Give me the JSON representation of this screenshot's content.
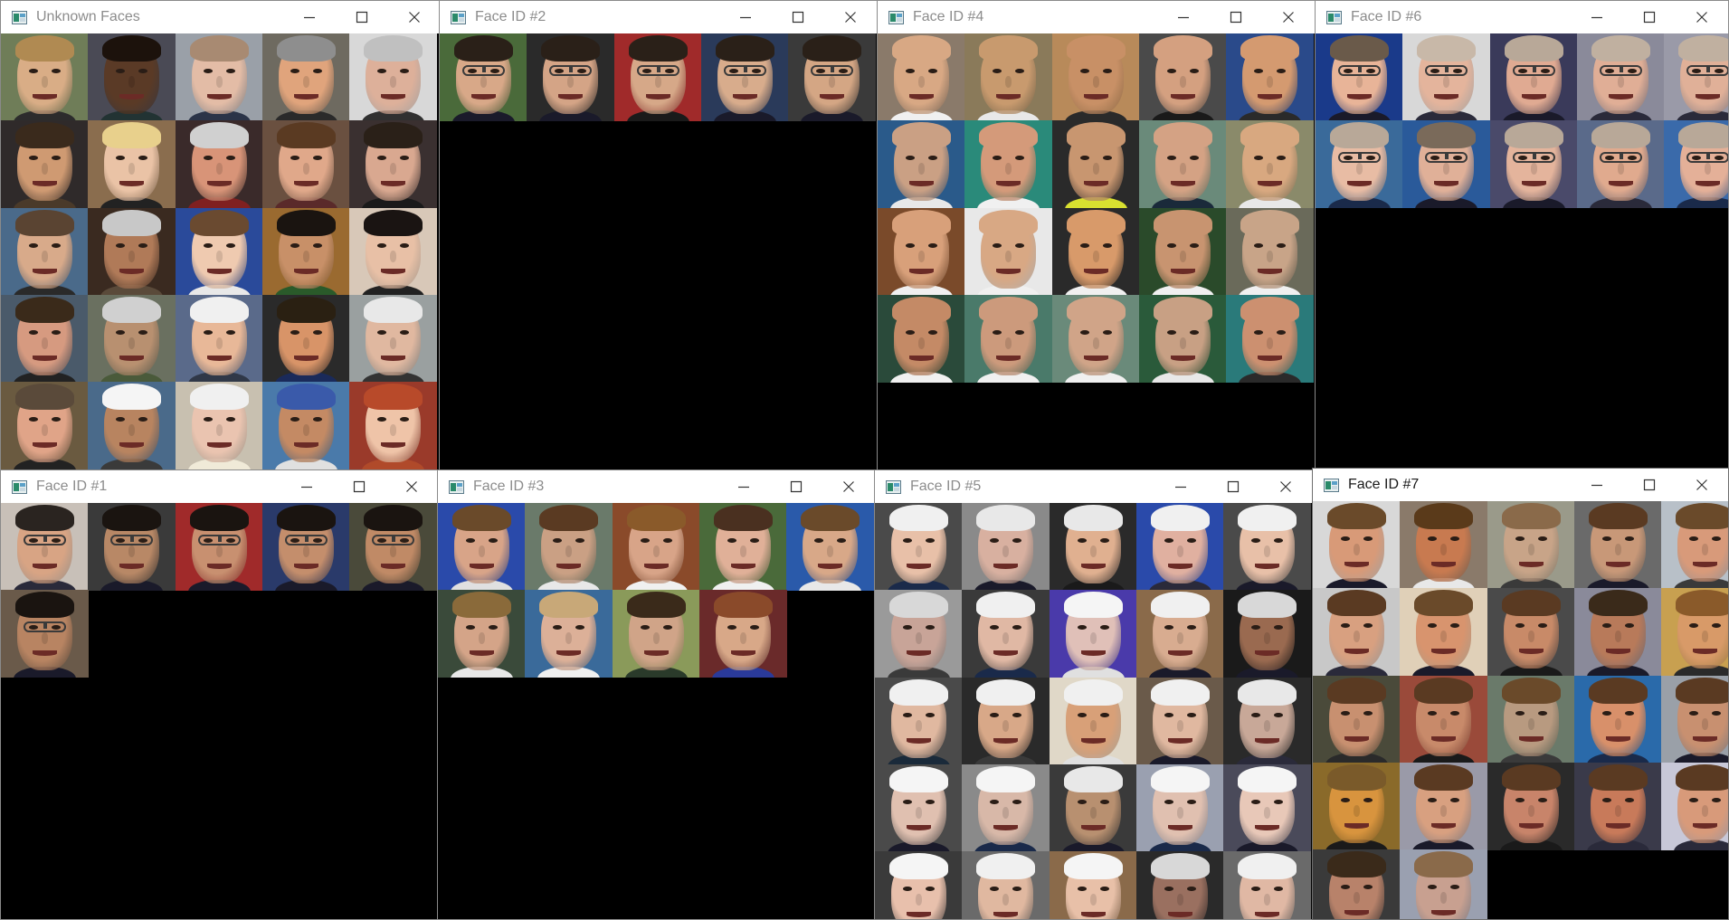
{
  "windows": [
    {
      "id": "unknown-faces",
      "title": "Unknown Faces",
      "focused": false,
      "tiles": [
        {
          "skin": "#d9ad86",
          "hair": "#b08a52",
          "bg": "#6f7d58",
          "shirt": "#2c2c2c"
        },
        {
          "skin": "#5a3a26",
          "hair": "#1c120c",
          "bg": "#4a4a55",
          "shirt": "#233"
        },
        {
          "skin": "#e3bca6",
          "hair": "#a88a72",
          "bg": "#9aa0a8",
          "shirt": "#2b3448"
        },
        {
          "skin": "#e0a47c",
          "hair": "#8e8e8e",
          "bg": "#6e6a60",
          "shirt": "#2a2a2a"
        },
        {
          "skin": "#ddb09a",
          "hair": "#c0c0c0",
          "bg": "#d8d8d8",
          "shirt": "#303030"
        },
        {
          "skin": "#cf9a72",
          "hair": "#3a2a1c",
          "bg": "#2f2a2a",
          "shirt": "#4a3a2a"
        },
        {
          "skin": "#eac3a6",
          "hair": "#e8d08c",
          "bg": "#8a6d4e",
          "shirt": "#222"
        },
        {
          "skin": "#d89478",
          "hair": "#d0d0d0",
          "bg": "#3a2a2a",
          "shirt": "#802020"
        },
        {
          "skin": "#e0a88a",
          "hair": "#5a3a22",
          "bg": "#6a5040",
          "shirt": "#5a2a2a"
        },
        {
          "skin": "#d9a890",
          "hair": "#2a2018",
          "bg": "#3a3030",
          "shirt": "#1a1a1a"
        },
        {
          "skin": "#d8aa8a",
          "hair": "#5a4432",
          "bg": "#4a6a8a",
          "shirt": "#2a2a2a"
        },
        {
          "skin": "#b07a58",
          "hair": "#c8c8c8",
          "bg": "#3a2a20",
          "shirt": "#5a4a3a"
        },
        {
          "skin": "#efcab0",
          "hair": "#6a4a30",
          "bg": "#2a4a9a",
          "shirt": "#e8e8e8"
        },
        {
          "skin": "#c89068",
          "hair": "#1a1410",
          "bg": "#9a6a30",
          "shirt": "#2a5a2a"
        },
        {
          "skin": "#e8c0a6",
          "hair": "#1a1412",
          "bg": "#d8c8b8",
          "shirt": "#222"
        },
        {
          "skin": "#d69a80",
          "hair": "#3a2a1a",
          "bg": "#4a5a6a",
          "shirt": "#222"
        },
        {
          "skin": "#b89070",
          "hair": "#d0d0d0",
          "bg": "#6a7060",
          "shirt": "#4a5a3a"
        },
        {
          "skin": "#e8b898",
          "hair": "#f0f0f0",
          "bg": "#5a6a8a",
          "shirt": "#303848"
        },
        {
          "skin": "#d89468",
          "hair": "#2a2012",
          "bg": "#2a2a2a",
          "shirt": "#1a2a5a"
        },
        {
          "skin": "#e0b8a0",
          "hair": "#e8e8e8",
          "bg": "#9aa0a0",
          "shirt": "#333"
        },
        {
          "skin": "#e0a488",
          "hair": "#5a4a3a",
          "bg": "#6a5a40",
          "shirt": "#222"
        },
        {
          "skin": "#b88460",
          "hair": "#f5f5f5",
          "bg": "#4a6a8a",
          "shirt": "#3a3a3a"
        },
        {
          "skin": "#eac4b0",
          "hair": "#f0f0f0",
          "bg": "#c8c0b0",
          "shirt": "#f0ead8"
        },
        {
          "skin": "#c48a64",
          "hair": "#3a5aaa",
          "bg": "#4a7aaa",
          "shirt": "#e0e0e0"
        },
        {
          "skin": "#efc4a8",
          "hair": "#b84a2a",
          "bg": "#9a3a2a",
          "shirt": "#b04a2a"
        }
      ]
    },
    {
      "id": "face-id-2",
      "title": "Face ID #2",
      "focused": false,
      "tiles": [
        {
          "skin": "#d8a888",
          "hair": "#2a2018",
          "bg": "#4a6a3a",
          "shirt": "#1a1a2a",
          "glasses": true
        },
        {
          "skin": "#d4a486",
          "hair": "#2a2018",
          "bg": "#2a2a2a",
          "shirt": "#1a1a2a",
          "glasses": true
        },
        {
          "skin": "#d6a888",
          "hair": "#2a2018",
          "bg": "#a02a2a",
          "shirt": "#1a1a1a",
          "glasses": true
        },
        {
          "skin": "#d8ac8c",
          "hair": "#2a2018",
          "bg": "#2a3a5a",
          "shirt": "#1a1a2a",
          "glasses": true
        },
        {
          "skin": "#d4a684",
          "hair": "#2a2018",
          "bg": "#3a3a3a",
          "shirt": "#1a1a2a",
          "glasses": true
        }
      ]
    },
    {
      "id": "face-id-4",
      "title": "Face ID #4",
      "focused": false,
      "tiles": [
        {
          "skin": "#d8a884",
          "hair": "#d8a884",
          "bg": "#8a7a6a",
          "shirt": "#f0f0f0"
        },
        {
          "skin": "#c89a6e",
          "hair": "#c89a6e",
          "bg": "#8a7a5a",
          "shirt": "#e8e8e8"
        },
        {
          "skin": "#c89066",
          "hair": "#c89066",
          "bg": "#b88a5a",
          "shirt": "#2a2a2a"
        },
        {
          "skin": "#d4a080",
          "hair": "#d4a080",
          "bg": "#4a4a4a",
          "shirt": "#1a1a1a"
        },
        {
          "skin": "#d49a70",
          "hair": "#d49a70",
          "bg": "#2a4a8a",
          "shirt": "#2a2a2a"
        },
        {
          "skin": "#caa084",
          "hair": "#caa084",
          "bg": "#2a5a8a",
          "shirt": "#e8e8e8"
        },
        {
          "skin": "#d49a7a",
          "hair": "#d49a7a",
          "bg": "#2a8a7a",
          "shirt": "#f0f0f0"
        },
        {
          "skin": "#c89670",
          "hair": "#c89670",
          "bg": "#2a2a2a",
          "shirt": "#d8e030"
        },
        {
          "skin": "#d4a284",
          "hair": "#d4a284",
          "bg": "#6a8a7a",
          "shirt": "#1a2a3a"
        },
        {
          "skin": "#d8a880",
          "hair": "#d8a880",
          "bg": "#8a8a6a",
          "shirt": "#e8e8e8"
        },
        {
          "skin": "#d8a07a",
          "hair": "#d8a07a",
          "bg": "#7a4a2a",
          "shirt": "#f0f0f0"
        },
        {
          "skin": "#d8a884",
          "hair": "#d8a884",
          "bg": "#e8e8e8",
          "shirt": "#f0f0f0"
        },
        {
          "skin": "#d89a6a",
          "hair": "#d89a6a",
          "bg": "#2a2a2a",
          "shirt": "#f0f0f0"
        },
        {
          "skin": "#c89470",
          "hair": "#c89470",
          "bg": "#2a4a2a",
          "shirt": "#f0f0f0"
        },
        {
          "skin": "#c8a488",
          "hair": "#c8a488",
          "bg": "#6a6a5a",
          "shirt": "#f0f0f0"
        },
        {
          "skin": "#c48a66",
          "hair": "#c48a66",
          "bg": "#2a4a3a",
          "shirt": "#f0f0f0"
        },
        {
          "skin": "#cc9a7c",
          "hair": "#cc9a7c",
          "bg": "#4a7a6a",
          "shirt": "#f0f0f0"
        },
        {
          "skin": "#d0a488",
          "hair": "#d0a488",
          "bg": "#6a8a7a",
          "shirt": "#f0f0f0"
        },
        {
          "skin": "#c8a084",
          "hair": "#c8a084",
          "bg": "#2a5a3a",
          "shirt": "#e8e8e8"
        },
        {
          "skin": "#cc9070",
          "hair": "#cc9070",
          "bg": "#2a7a7a",
          "shirt": "#2a2a2a"
        }
      ]
    },
    {
      "id": "face-id-6",
      "title": "Face ID #6",
      "focused": false,
      "tiles": [
        {
          "skin": "#e8b498",
          "hair": "#6a5a4a",
          "bg": "#1a3a8a",
          "shirt": "#1a1a2a",
          "glasses": true
        },
        {
          "skin": "#e4b49c",
          "hair": "#c8b8a8",
          "bg": "#d8d8d8",
          "shirt": "#2a2a3a",
          "glasses": true
        },
        {
          "skin": "#e0aa92",
          "hair": "#b8a898",
          "bg": "#3a3a5a",
          "shirt": "#1a1a2a",
          "glasses": true
        },
        {
          "skin": "#e0ae96",
          "hair": "#c0b0a0",
          "bg": "#8a8a9a",
          "shirt": "#2a2a3a",
          "glasses": true
        },
        {
          "skin": "#e0b098",
          "hair": "#c0b0a0",
          "bg": "#9a9aa8",
          "shirt": "#2a2a3a",
          "glasses": true
        },
        {
          "skin": "#e8bca4",
          "hair": "#b8a898",
          "bg": "#3a6a9a",
          "shirt": "#1a2a4a",
          "glasses": true
        },
        {
          "skin": "#e0b098",
          "hair": "#7a6a5a",
          "bg": "#2a5a9a",
          "shirt": "#1a1a2a",
          "glasses": true
        },
        {
          "skin": "#e4b49c",
          "hair": "#b8a898",
          "bg": "#4a4a6a",
          "shirt": "#1a1a2a",
          "glasses": true
        },
        {
          "skin": "#e0aa8e",
          "hair": "#b8a898",
          "bg": "#5a6a8a",
          "shirt": "#2a2a3a",
          "glasses": true
        },
        {
          "skin": "#e4b098",
          "hair": "#b8a898",
          "bg": "#3a6aaa",
          "shirt": "#1a2a4a",
          "glasses": true
        }
      ]
    },
    {
      "id": "face-id-1",
      "title": "Face ID #1",
      "focused": false,
      "tiles": [
        {
          "skin": "#d8a484",
          "hair": "#2a2420",
          "bg": "#c8c0b8",
          "shirt": "#2a2a3a",
          "glasses": true
        },
        {
          "skin": "#b88866",
          "hair": "#1a1410",
          "bg": "#3a3a3a",
          "shirt": "#1a1a2a",
          "glasses": true
        },
        {
          "skin": "#c89070",
          "hair": "#1a1410",
          "bg": "#a02a2a",
          "shirt": "#1a1a2a",
          "glasses": true
        },
        {
          "skin": "#c48e6c",
          "hair": "#1a1410",
          "bg": "#2a3a6a",
          "shirt": "#1a1a2a",
          "glasses": true
        },
        {
          "skin": "#c08a66",
          "hair": "#1a1410",
          "bg": "#4a4a3a",
          "shirt": "#1a1a2a",
          "glasses": true
        },
        {
          "skin": "#b88462",
          "hair": "#1a1410",
          "bg": "#6a5a4a",
          "shirt": "#1a1a2a",
          "glasses": true
        }
      ]
    },
    {
      "id": "face-id-3",
      "title": "Face ID #3",
      "focused": false,
      "tiles": [
        {
          "skin": "#d8a488",
          "hair": "#6a4a2a",
          "bg": "#2a4aaa",
          "shirt": "#e0e0e0"
        },
        {
          "skin": "#caa084",
          "hair": "#5a3a22",
          "bg": "#6a7a6a",
          "shirt": "#e8e8e8"
        },
        {
          "skin": "#d8a488",
          "hair": "#8a5a2a",
          "bg": "#8a4a2a",
          "shirt": "#f0f0f0"
        },
        {
          "skin": "#e0b098",
          "hair": "#4a3020",
          "bg": "#4a6a3a",
          "shirt": "#f0f0f0"
        },
        {
          "skin": "#d8a888",
          "hair": "#6a4a2a",
          "bg": "#2a5aaa",
          "shirt": "#e8e8e8"
        },
        {
          "skin": "#d4a488",
          "hair": "#8a6a3a",
          "bg": "#3a4a3a",
          "shirt": "#e8e8e8"
        },
        {
          "skin": "#dcb098",
          "hair": "#c8a878",
          "bg": "#3a6a9a",
          "shirt": "#f0f0f0"
        },
        {
          "skin": "#d0a488",
          "hair": "#3a2a1a",
          "bg": "#8a9a5a",
          "shirt": "#2a3a2a"
        },
        {
          "skin": "#d8a888",
          "hair": "#8a4a2a",
          "bg": "#6a2a2a",
          "shirt": "#2a3a9a"
        }
      ]
    },
    {
      "id": "face-id-5",
      "title": "Face ID #5",
      "focused": false,
      "tiles": [
        {
          "skin": "#e8c0a8",
          "hair": "#f0f0f0",
          "bg": "#4a4a4a",
          "shirt": "#1a2a4a"
        },
        {
          "skin": "#d8b0a0",
          "hair": "#e8e8e8",
          "bg": "#8a8a8a",
          "shirt": "#1a1a2a"
        },
        {
          "skin": "#e0b090",
          "hair": "#e8e8e8",
          "bg": "#2a2a2a",
          "shirt": "#1a1a1a"
        },
        {
          "skin": "#e0b0a0",
          "hair": "#f0f0f0",
          "bg": "#2a4aaa",
          "shirt": "#2a2a3a"
        },
        {
          "skin": "#e8c0a8",
          "hair": "#f0f0f0",
          "bg": "#4a4a4a",
          "shirt": "#1a1a2a"
        },
        {
          "skin": "#c8a498",
          "hair": "#d8d8d8",
          "bg": "#9a9a9a",
          "shirt": "#3a3a3a"
        },
        {
          "skin": "#e0b8a4",
          "hair": "#f0f0f0",
          "bg": "#3a3a3a",
          "shirt": "#1a2a4a"
        },
        {
          "skin": "#e0c0b8",
          "hair": "#f5f5f5",
          "bg": "#4a3aaa",
          "shirt": "#e0e0e0"
        },
        {
          "skin": "#d8ac90",
          "hair": "#f0f0f0",
          "bg": "#8a6a4a",
          "shirt": "#1a1a2a"
        },
        {
          "skin": "#9a6a50",
          "hair": "#d8d8d8",
          "bg": "#1a1a1a",
          "shirt": "#1a1a2a"
        },
        {
          "skin": "#e0b8a0",
          "hair": "#f0f0f0",
          "bg": "#4a4a4a",
          "shirt": "#1a2a3a"
        },
        {
          "skin": "#d8a888",
          "hair": "#f0f0f0",
          "bg": "#2a2a2a",
          "shirt": "#3a3a3a"
        },
        {
          "skin": "#d8a078",
          "hair": "#f0f0f0",
          "bg": "#e0d8c8",
          "shirt": "#e0e0e0"
        },
        {
          "skin": "#e0b8a0",
          "hair": "#f0f0f0",
          "bg": "#6a5a4a",
          "shirt": "#1a1a2a"
        },
        {
          "skin": "#c8a898",
          "hair": "#e8e8e8",
          "bg": "#2a2a2a",
          "shirt": "#2a2a3a"
        },
        {
          "skin": "#e0c0b0",
          "hair": "#f5f5f5",
          "bg": "#4a4a4a",
          "shirt": "#1a1a2a"
        },
        {
          "skin": "#d8b8a8",
          "hair": "#f5f5f5",
          "bg": "#8a8a8a",
          "shirt": "#1a2a4a"
        },
        {
          "skin": "#b89070",
          "hair": "#e8e8e8",
          "bg": "#3a3a3a",
          "shirt": "#1a1a2a"
        },
        {
          "skin": "#e0c0b0",
          "hair": "#f5f5f5",
          "bg": "#9aa0b0",
          "shirt": "#1a2a4a"
        },
        {
          "skin": "#e8c8b8",
          "hair": "#f5f5f5",
          "bg": "#4a4a5a",
          "shirt": "#1a1a2a"
        },
        {
          "skin": "#e8c0ac",
          "hair": "#f5f5f5",
          "bg": "#3a3a3a",
          "shirt": "#1a1a2a"
        },
        {
          "skin": "#e0b8a0",
          "hair": "#f0f0f0",
          "bg": "#6a6a6a",
          "shirt": "#2a2a3a"
        },
        {
          "skin": "#e8c0a8",
          "hair": "#f5f5f5",
          "bg": "#8a6a4a",
          "shirt": "#1a1a2a"
        },
        {
          "skin": "#9a7060",
          "hair": "#d8d8d8",
          "bg": "#2a2a2a",
          "shirt": "#1a1a2a"
        },
        {
          "skin": "#e0b8a4",
          "hair": "#f0f0f0",
          "bg": "#6a6a6a",
          "shirt": "#1a1a2a"
        }
      ]
    },
    {
      "id": "face-id-7",
      "title": "Face ID #7",
      "focused": true,
      "tiles": [
        {
          "skin": "#d89a78",
          "hair": "#6a4a2a",
          "bg": "#d8d8d8",
          "shirt": "#1a1a2a"
        },
        {
          "skin": "#c87a50",
          "hair": "#5a3a1a",
          "bg": "#8a7a6a",
          "shirt": "#e8e8e8"
        },
        {
          "skin": "#c8a488",
          "hair": "#8a6a4a",
          "bg": "#9a9a8a",
          "shirt": "#3a3a3a"
        },
        {
          "skin": "#c89878",
          "hair": "#5a3a22",
          "bg": "#6a6a6a",
          "shirt": "#1a1a2a"
        },
        {
          "skin": "#d89a7a",
          "hair": "#6a4a2a",
          "bg": "#b8c0c8",
          "shirt": "#3a3a3a"
        },
        {
          "skin": "#d8a080",
          "hair": "#5a3a22",
          "bg": "#c8c8c8",
          "shirt": "#2a2a3a"
        },
        {
          "skin": "#d8946e",
          "hair": "#6a4a2a",
          "bg": "#e0d0b8",
          "shirt": "#1a1a2a"
        },
        {
          "skin": "#c88a68",
          "hair": "#5a3a22",
          "bg": "#4a4a4a",
          "shirt": "#1a1a1a"
        },
        {
          "skin": "#b87a5a",
          "hair": "#3a2a1a",
          "bg": "#8a8a9a",
          "shirt": "#1a1a2a"
        },
        {
          "skin": "#d89a68",
          "hair": "#8a5a2a",
          "bg": "#c8a050",
          "shirt": "#2a2a2a"
        },
        {
          "skin": "#c89070",
          "hair": "#5a3a22",
          "bg": "#4a4a3a",
          "shirt": "#2a2a2a"
        },
        {
          "skin": "#c88a6a",
          "hair": "#5a3a22",
          "bg": "#9a4a3a",
          "shirt": "#1a1a1a"
        },
        {
          "skin": "#b89a80",
          "hair": "#6a4a2a",
          "bg": "#6a7a6a",
          "shirt": "#3a3a3a"
        },
        {
          "skin": "#d8906a",
          "hair": "#5a3a22",
          "bg": "#2a6aaa",
          "shirt": "#1a2a4a"
        },
        {
          "skin": "#c89070",
          "hair": "#5a3a22",
          "bg": "#9aa0a8",
          "shirt": "#1a1a2a"
        },
        {
          "skin": "#d8943e",
          "hair": "#7a5a2a",
          "bg": "#8a6a2a",
          "shirt": "#1a1a1a"
        },
        {
          "skin": "#d8a080",
          "hair": "#5a3a22",
          "bg": "#9a9aa8",
          "shirt": "#1a1a2a"
        },
        {
          "skin": "#c8846a",
          "hair": "#5a3a22",
          "bg": "#2a2a2a",
          "shirt": "#1a1a1a"
        },
        {
          "skin": "#c87a5a",
          "hair": "#5a3a22",
          "bg": "#3a3a4a",
          "shirt": "#2a2a3a"
        },
        {
          "skin": "#d89a7a",
          "hair": "#5a3a22",
          "bg": "#c8c8d8",
          "shirt": "#2a2a3a"
        },
        {
          "skin": "#b8826a",
          "hair": "#3a2a1a",
          "bg": "#3a3a3a",
          "shirt": "#1a1a2a"
        },
        {
          "skin": "#c8a090",
          "hair": "#8a6a4a",
          "bg": "#9aa0b0",
          "shirt": "#2a2a3a"
        }
      ]
    }
  ],
  "controls": {
    "minimize": "minimize-icon",
    "maximize": "maximize-icon",
    "close": "close-icon"
  }
}
